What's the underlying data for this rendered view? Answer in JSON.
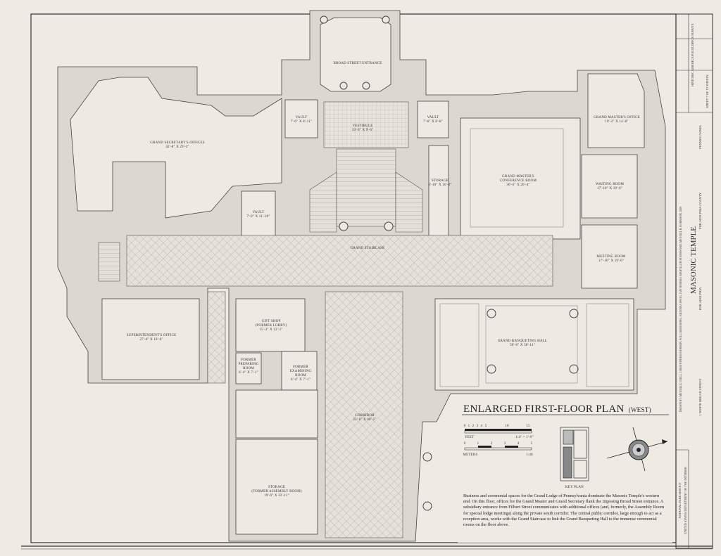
{
  "title_block": {
    "plan_title": "ENLARGED FIRST-FLOOR PLAN",
    "plan_subtitle": "(WEST)",
    "description": "Business and ceremonial spaces for the Grand Lodge of Pennsylvania dominate the Masonic Temple's western end. On this floor, offices for the Grand Master and Grand Secretary flank the imposing Broad Street entrance. A subsidiary entrance from Filbert Street communicates with additional offices (and, formerly, the Assembly Room for special lodge meetings) along the private south corridor. The central public corridor, large enough to act as a reception area, works with the Grand Staircase to link the Grand Banqueting Hall to the immense ceremonial rooms on the floor above.",
    "scale_feet_ticks": [
      "0",
      "1",
      "2",
      "3",
      "4",
      "5",
      "10",
      "15"
    ],
    "scale_feet_label": "FEET",
    "scale_feet_ratio": "1/4\" = 1'-0\"",
    "scale_meters_ticks": [
      "0",
      "1",
      "2",
      "3",
      "4",
      "5"
    ],
    "scale_meters_label": "METERS",
    "scale_meters_ratio": "1:48",
    "key_plan_label": "KEY PLAN",
    "north_arrow_icon": "compass-rose-icon"
  },
  "sheet_strip": {
    "survey": "HISTORIC AMERICAN BUILDINGS SURVEY",
    "sheet": "SHEET 7 OF 12 SHEETS",
    "building": "MASONIC TEMPLE",
    "address": "1 NORTH BROAD STREET",
    "city": "PHILADELPHIA",
    "county": "PHILADELPHIA COUNTY",
    "state": "PENNSYLVANIA",
    "drawn_by": "DRAWN BY: MICHELLE COELL, CHRISTOPHER JOHNSON, WILLIAM KOENIG, KRISTINA SWOG, JAN THOMAS, MARYLLEN STANSWOOD, MICHAEL R. HARRISON, 2009",
    "agency": "NATIONAL PARK SERVICE",
    "department": "UNITED STATES DEPARTMENT OF THE INTERIOR"
  },
  "rooms": {
    "broad_street_entrance": {
      "name": "BROAD STREET ENTRANCE"
    },
    "vestibule": {
      "name": "VESTIBULE",
      "size": "19'-9\" X 9'-6\""
    },
    "vault_north_west": {
      "name": "VAULT",
      "size": "7'-6\" X 8'-11\""
    },
    "vault_north_east": {
      "name": "VAULT",
      "size": "7'-6\" X 8'-8\""
    },
    "vault_west": {
      "name": "VAULT",
      "size": "7'-9\" X 11'-10\""
    },
    "grand_secretary": {
      "name": "GRAND SECRETARY'S OFFICES",
      "size": "42'-8\" X 29'-3\""
    },
    "storage_north": {
      "name": "STORAGE",
      "size": "6'-10\" X 16'-8\""
    },
    "conference": {
      "name1": "GRAND MASTER'S",
      "name2": "CONFERENCE ROOM",
      "size": "30'-6\" X 26'-4\""
    },
    "grand_master_office": {
      "name": "GRAND MASTER'S OFFICE",
      "size": "19'-2\" X 14'-0\""
    },
    "waiting_room": {
      "name": "WAITING ROOM",
      "size": "17'-10\" X 19'-0\""
    },
    "meeting_room": {
      "name": "MEETING ROOM",
      "size": "17'-10\" X 19'-0\""
    },
    "grand_staircase": {
      "name": "GRAND STAIRCASE"
    },
    "superintendent": {
      "name": "SUPERINTENDENT'S OFFICE",
      "size": "27'-6\" X 18'-6\""
    },
    "gift_shop": {
      "name1": "GIFT SHOP",
      "name2": "(FORMER LOBBY)",
      "size": "15'-3\" X 12'-1\""
    },
    "preparing_room": {
      "name1": "FORMER",
      "name2": "PREPARING",
      "name3": "ROOM",
      "size": "6'-4\" X 7'-1\""
    },
    "examining_room": {
      "name1": "FORMER",
      "name2": "EXAMINING",
      "name3": "ROOM",
      "size": "6'-4\" X 7'-1\""
    },
    "storage_assembly": {
      "name1": "STORAGE",
      "name2": "(FORMER ASSEMBLY ROOM)",
      "size": "19'-9\" X 32'-11\""
    },
    "corridor": {
      "name": "CORRIDOR",
      "size": "23'-6\" X 60'-5\""
    },
    "banqueting_hall": {
      "name": "GRAND BANQUETING HALL",
      "size": "50'-6\" X 58'-11\""
    }
  },
  "colors": {
    "paper": "#efebe4",
    "poche": "#dcd8d0",
    "ink": "#333333"
  }
}
